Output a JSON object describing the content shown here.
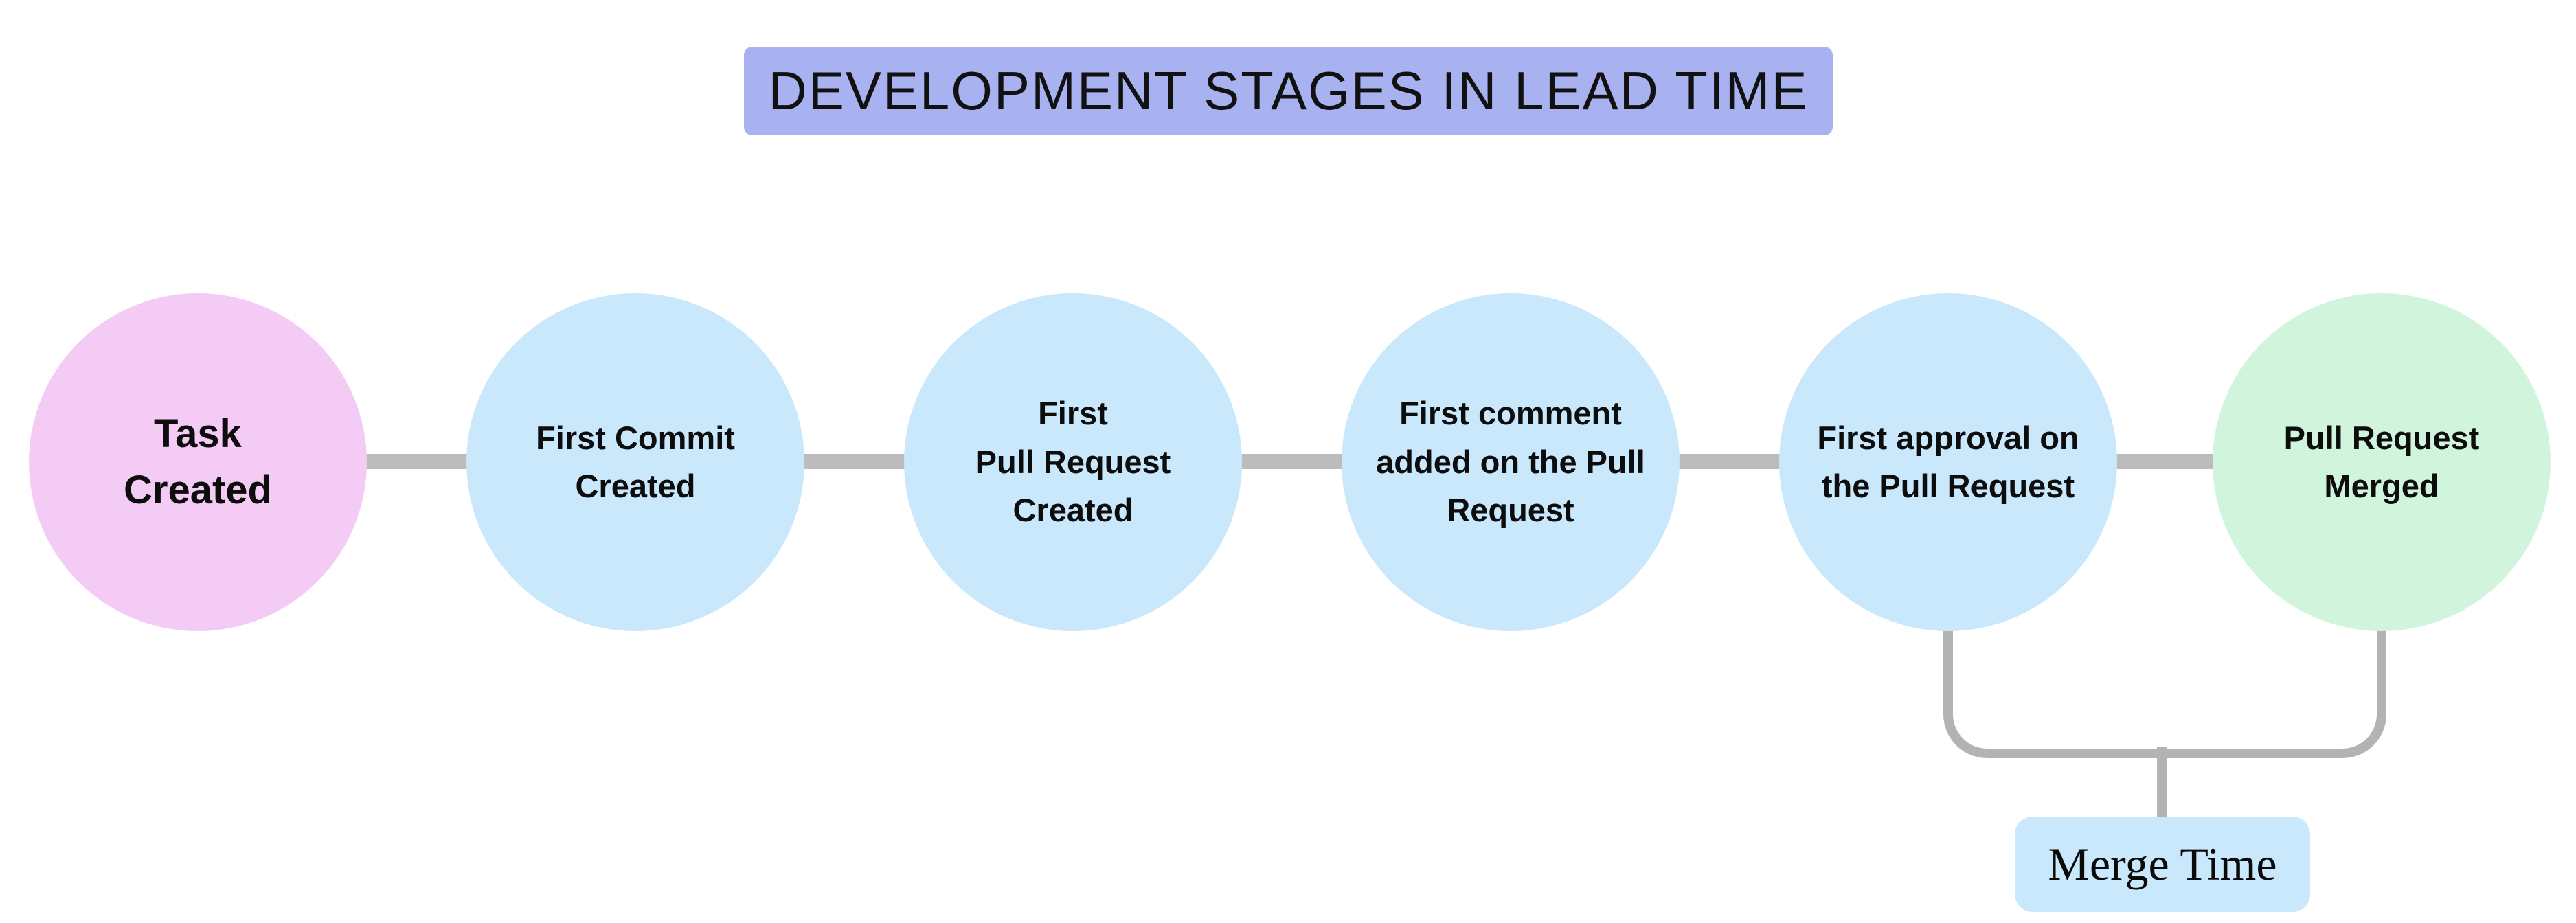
{
  "title": {
    "text": "DEVELOPMENT STAGES IN LEAD TIME",
    "bg_color": "#a9b2f0",
    "text_color": "#111111"
  },
  "stages": [
    {
      "label": "Task\nCreated",
      "color": "#f4cbf5"
    },
    {
      "label": "First Commit\nCreated",
      "color": "#c9e8fb"
    },
    {
      "label": "First\nPull Request\nCreated",
      "color": "#c9e8fb"
    },
    {
      "label": "First comment\nadded on the Pull\nRequest",
      "color": "#c9e8fb"
    },
    {
      "label": "First approval on\nthe Pull Request",
      "color": "#c9e8fb"
    },
    {
      "label": "Pull Request\nMerged",
      "color": "#d0f5dc"
    }
  ],
  "connector": {
    "timeline_color": "#bcbcbc",
    "bracket_color": "#b3b3b3"
  },
  "merge_time": {
    "label": "Merge Time",
    "bg_color": "#c9e8fb"
  }
}
